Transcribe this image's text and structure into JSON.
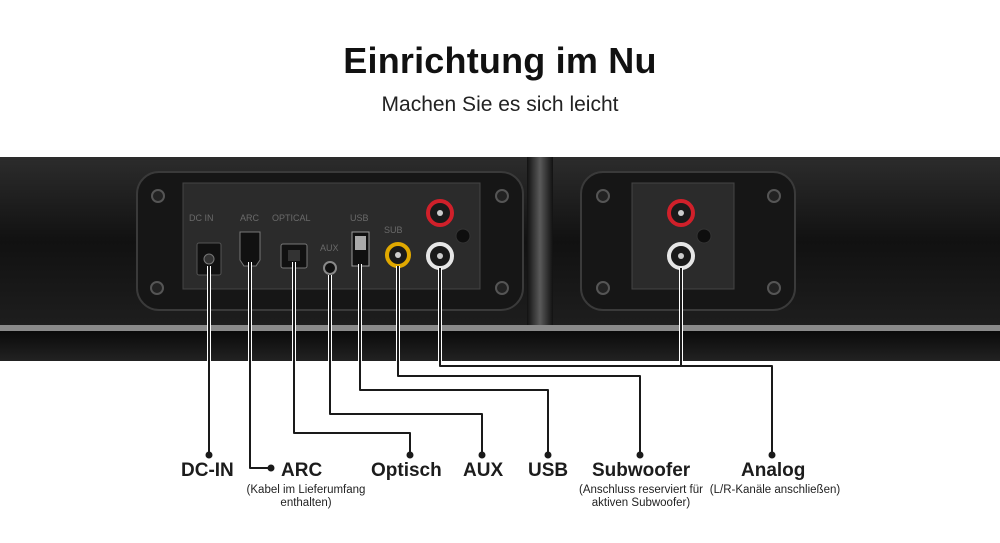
{
  "header": {
    "title": "Einrichtung im Nu",
    "subtitle": "Machen Sie es sich leicht"
  },
  "panel_labels": {
    "dc_in": "DC IN",
    "arc": "ARC",
    "optical": "OPTICAL",
    "usb": "USB",
    "sub": "SUB",
    "aux": "AUX"
  },
  "ports": [
    {
      "id": "dc-in",
      "label": "DC-IN",
      "note": ""
    },
    {
      "id": "arc",
      "label": "ARC",
      "note": "(Kabel im Lieferumfang enthalten)"
    },
    {
      "id": "optisch",
      "label": "Optisch",
      "note": ""
    },
    {
      "id": "aux",
      "label": "AUX",
      "note": ""
    },
    {
      "id": "usb",
      "label": "USB",
      "note": ""
    },
    {
      "id": "subwoofer",
      "label": "Subwoofer",
      "note": "(Anschluss reserviert für aktiven Subwoofer)"
    },
    {
      "id": "analog",
      "label": "Analog",
      "note": "(L/R-Kanäle anschließen)"
    }
  ],
  "colors": {
    "bar": "#1a1a1a",
    "panel": "#2a2a2a",
    "rca_red": "#d0202a",
    "rca_white": "#e6e6e6",
    "rca_yellow": "#e0a800",
    "line": "#1a1a1a"
  }
}
